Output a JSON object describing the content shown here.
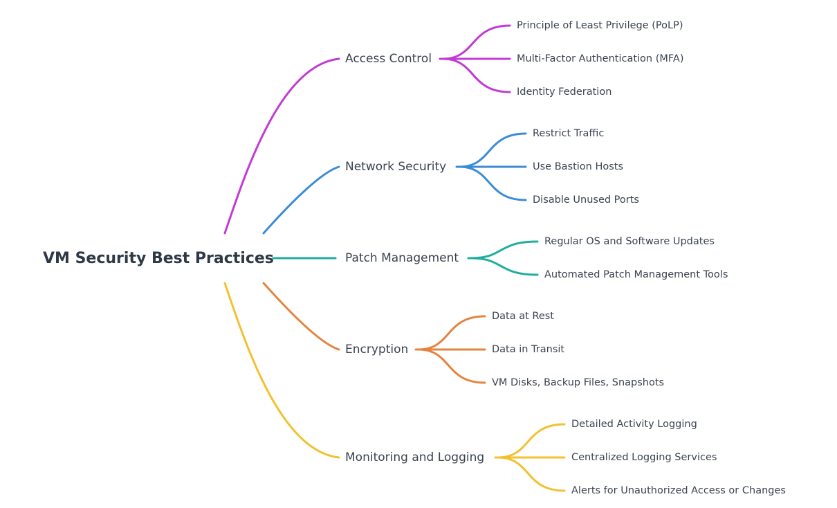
{
  "root": {
    "label": "VM Security Best Practices"
  },
  "branches": [
    {
      "label": "Access Control",
      "color": "#c23bd4",
      "leaves": [
        "Principle of Least Privilege (PoLP)",
        "Multi-Factor Authentication (MFA)",
        "Identity Federation"
      ]
    },
    {
      "label": "Network Security",
      "color": "#3b8bd6",
      "leaves": [
        "Restrict Traffic",
        "Use Bastion Hosts",
        "Disable Unused Ports"
      ]
    },
    {
      "label": "Patch Management",
      "color": "#1fae9e",
      "leaves": [
        "Regular OS and Software Updates",
        "Automated Patch Management Tools"
      ]
    },
    {
      "label": "Encryption",
      "color": "#e5843e",
      "leaves": [
        "Data at Rest",
        "Data in Transit",
        "VM Disks, Backup Files, Snapshots"
      ]
    },
    {
      "label": "Monitoring and Logging",
      "color": "#f2c12e",
      "leaves": [
        "Detailed Activity Logging",
        "Centralized Logging Services",
        "Alerts for Unauthorized Access or Changes"
      ]
    }
  ]
}
